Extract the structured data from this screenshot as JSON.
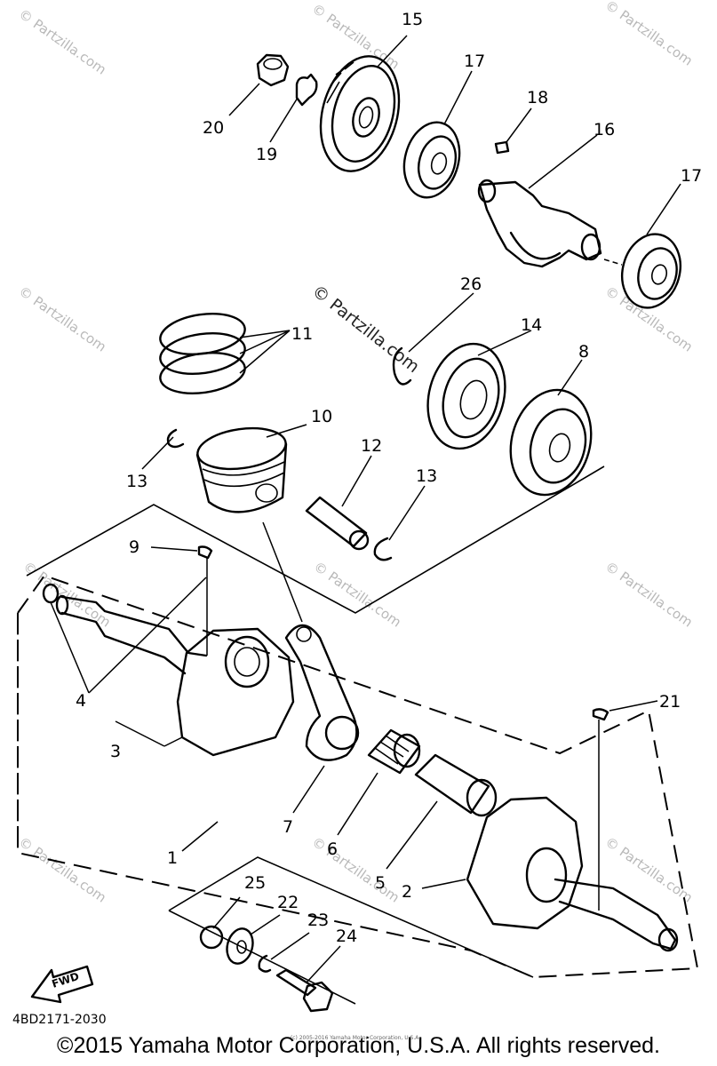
{
  "diagram": {
    "callouts": [
      "1",
      "2",
      "3",
      "4",
      "5",
      "6",
      "7",
      "8",
      "9",
      "10",
      "11",
      "12",
      "13",
      "13",
      "14",
      "15",
      "16",
      "17",
      "17",
      "18",
      "19",
      "20",
      "21",
      "22",
      "23",
      "24",
      "25",
      "26"
    ],
    "fwd_label": "FWD",
    "diagram_code": "4BD2171-2030"
  },
  "watermark": {
    "text": "© Partzilla.com",
    "center_text": "© Partzilla.com"
  },
  "footer": {
    "copyright": "©2015 Yamaha Motor Corporation, U.S.A. All rights reserved.",
    "small_print": "(c) 2005-2016 Yamaha Motor Corporation, U.S.A."
  }
}
